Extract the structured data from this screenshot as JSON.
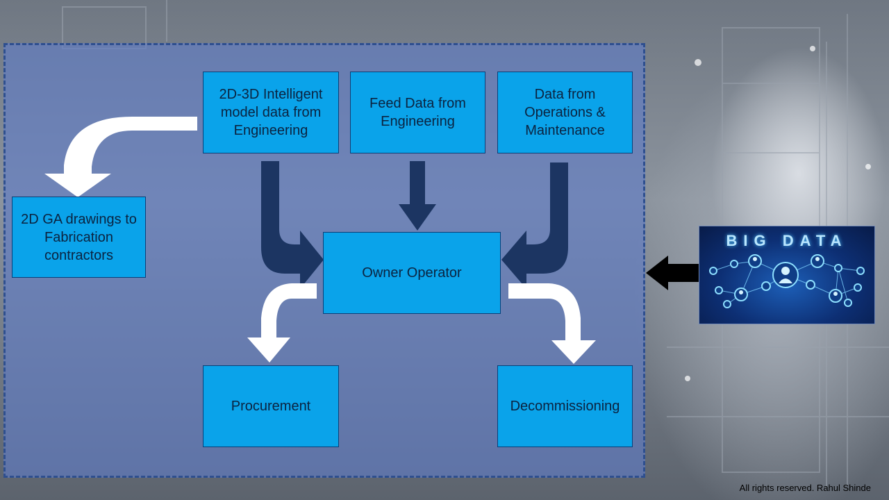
{
  "boxes": {
    "intelligent_model": "2D-3D Intelligent model data from Engineering",
    "feed_data": "Feed Data from Engineering",
    "operations": "Data from Operations & Maintenance",
    "ga_drawings": "2D GA drawings to Fabrication contractors",
    "owner_operator": "Owner Operator",
    "procurement": "Procurement",
    "decommissioning": "Decommissioning"
  },
  "big_data": {
    "title": "BIG DATA",
    "icon": "network-people-icon"
  },
  "footer": "All rights reserved. Rahul Shinde",
  "colors": {
    "box_fill": "#0aa3ea",
    "panel": "#5f7dc8",
    "dark_arrow": "#1c3562",
    "white_arrow": "#ffffff",
    "black_arrow": "#000000"
  }
}
